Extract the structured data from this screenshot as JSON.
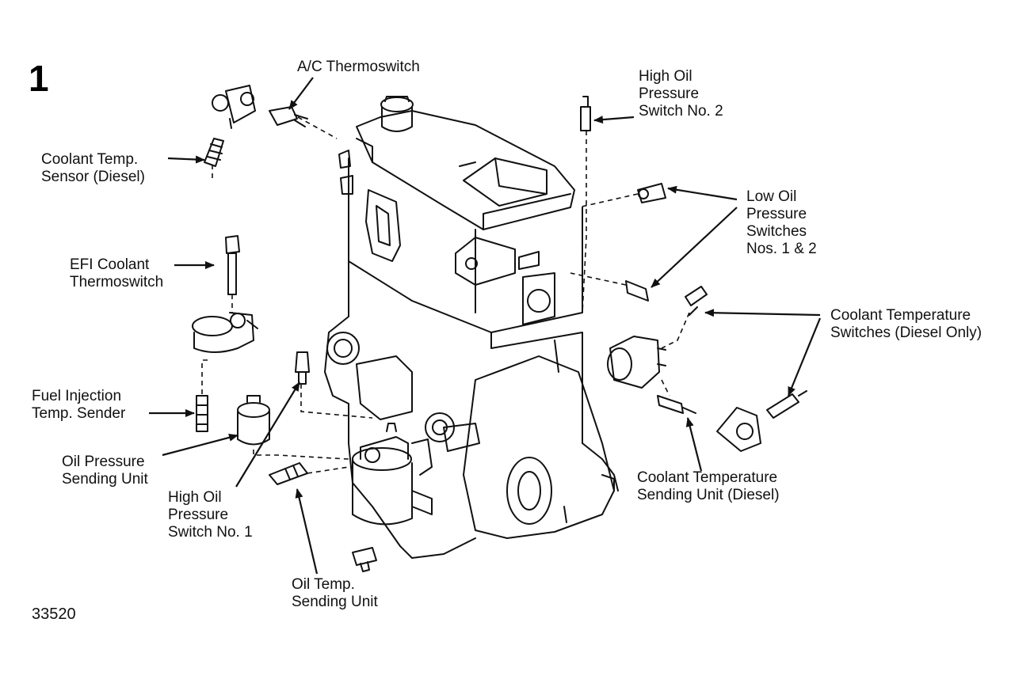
{
  "figure_number": "1",
  "figure_id": "33520",
  "labels": {
    "ac_thermoswitch": "A/C Thermoswitch",
    "coolant_temp_sensor": "Coolant Temp.\nSensor (Diesel)",
    "efi_coolant_thermoswitch": "EFI Coolant\nThermoswitch",
    "fuel_injection_temp_sender": "Fuel Injection\nTemp. Sender",
    "oil_pressure_sending_unit": "Oil Pressure\nSending Unit",
    "high_oil_pressure_switch_1": "High Oil\nPressure\nSwitch No. 1",
    "oil_temp_sending_unit": "Oil Temp.\nSending Unit",
    "high_oil_pressure_switch_2": "High Oil\nPressure\nSwitch No. 2",
    "low_oil_pressure_switches": "Low Oil\nPressure\nSwitches\nNos. 1 & 2",
    "coolant_temperature_switches": "Coolant Temperature\nSwitches (Diesel Only)",
    "coolant_temperature_sending_unit": "Coolant Temperature\nSending Unit (Diesel)"
  },
  "colors": {
    "ink": "#111111",
    "paper": "#ffffff"
  }
}
